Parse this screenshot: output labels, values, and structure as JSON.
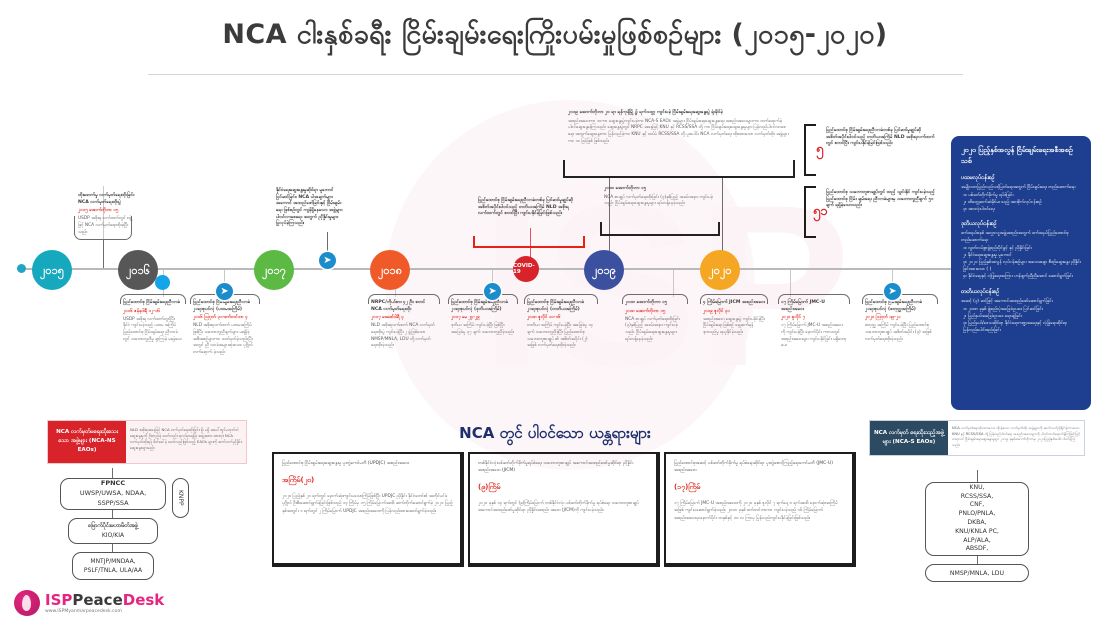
{
  "title": "NCA ငါးနှစ်ခရီး ငြိမ်းချမ်းရေးကြိုးပမ်းမှုဖြစ်စဉ်များ (၂၀၁၅-၂၀၂၀)",
  "timeline": {
    "years": [
      {
        "label": "၂၀၁၅",
        "color": "#16a9bd"
      },
      {
        "label": "၂၀၁၆",
        "color": "#575757"
      },
      {
        "label": "၂၀၁၇",
        "color": "#5bb944"
      },
      {
        "label": "၂၀၁၈",
        "color": "#f05a28"
      },
      {
        "label": "၂၀၁၉",
        "color": "#3b51a0"
      },
      {
        "label": "၂၀၂၀",
        "color": "#f5a623"
      }
    ],
    "covid_badge": "COVID-19"
  },
  "top_notes": [
    {
      "name": "nca-signing-note",
      "head": "ထိုးဖောက်မှု\nလက်မှတ်ရေးထိုးခြင်း\nNCA လက်မှတ်ရေးထိုးပွဲ",
      "date": "၂၀၁၅ အောက်တိုဘာ ၁၅",
      "body": "USDP အစိုးရ လက်ထက်တွင် ၈ဖွဲ့ ဖြင့် NCA လက်မှတ်ရေးထိုးခဲ့ပြီး သည်။"
    },
    {
      "name": "nca-amendment-note",
      "head": "နိုင်ငံရေးဆွေးနွေးမှုဆိုင်ရာ မူဘောင်ပြင်ဆင်ခြင်း၊ NCA ပါအချက်များ အကောင် အထည်ဖော်ခြင်းနှင့် ငြိမ်းချမ်းရေး ဖြစ်စဉ်တွင် ကျန်ရှိနေသော အဖွဲ့များ ပါဝင်လာစေရေး အတွက် ညှိနှိုင်းမှုများ ပြုလုပ်ခဲ့ကြသည်။",
      "date": "",
      "body": ""
    },
    {
      "name": "nca-s-eao-note",
      "head": "၂၀၁၉ အောက်တိုဘာ ၂၀ ရာ ရန်ကုန်မြို့ ၌ ရက်သတ္တ ကျင်းပခဲ့ ငြိမ်းချမ်းရေးဆွေးနွေးပွဲ ရုံးခိုင်ခဲ့",
      "date": "",
      "body": "အစည်းအဝေးကာ ၁၀ကာ ဆွေးနွေးပွဲကျင်းပခဲ့ကာ NCA-S EAOs အဖွဲ့များ ငြိမ်းချမ်းရေးဆွေးနွေးရေး အစည်းအဝေးများကာ တက်ရောက်ခဲ့ ပါဝင်ဆွေးနွေးခဲ့ကြသည်။ ဆွေးနွေးပွဲတွင် NRPC အနေဖြင့် KNU နှင့် RCSS/SSA တို့ ကာ ငြိမ်းချမ်းရေးဆွေးနွေးမှုများ ပြန်လည်ပါဝင်လာစေရေး အတွက်ဆွေးနွေးကာ ပြန်လည်ခဲ့ကာ KNU နှင့် ထပ်မံ RCSS/SSA တို့ ပူးပေါင်း NCA လက်မှတ်ရေး ထိုးထားသော လက်မှတ်ထိုး အဖွဲ့များကာ ၁၀ ဖြင့်ဖြစ် ဖြစ်သည်။"
    },
    {
      "name": "union-accord-note",
      "head": "ပြည်ထောင်စု ငြိမ်းချမ်းရေးညီလာခံတစ်ခု ပြင်ဆင်မှုချုပ်ဆိုအစိတ်အပိုင်းပါဝင်သည့် တတိယအကြိမ် NLD အစိုးရလက်ထက်တွင် စတင်ပြီး ကျင်းပနိုင်ခဲ့ခြင်းဖြစ်သည်။",
      "date": "",
      "body": ""
    },
    {
      "name": "union-accord-note-2",
      "head": "ပြည်ထောင်စု သဘောတူစာချုပ်တွင် ထည့် သွင်းနိုင် ကျင်းပခဲ့သည့် ပြည်ထောင်စု ငြိမ်း ချမ်းရေး ညီလာခံများမှ သဘောတူညီချက် ၅၁ ချက် ရရှိခဲ့သောသည်။",
      "date": "",
      "body": ""
    }
  ],
  "bracket_numbers": [
    {
      "name": "bracket-number-5",
      "value": "၅"
    },
    {
      "name": "bracket-number-51",
      "value": "၅၁"
    }
  ],
  "bottom_notes": [
    {
      "name": "upc-1-note",
      "head": "ပြည်ထောင်စု ငြိမ်းချမ်းရေးညီလာခံ",
      "date": "၂၀၁၆ ဇန်နဝါရီ ၁၂-၁၆",
      "body": "USDP အစိုးရ လက်ထက်တွင်ပြီး နိုင်ငံ ကျင်းပခဲ့သည့် ပထမ အကြိမ် ပြည်ထောင်စု ငြိမ်းချမ်းရေး ညီလာခံတွင် သဘောတူညီမှု ရှာကြခဲ့ မရခဲ့ပေ။"
    },
    {
      "name": "upc-21cp-1-note",
      "head": "ပြည်ထောင်စု ငြိမ်းချမ်းရေးညီလာခံ ၂၁ရာစုပင်လုံ (ပထမအကြိမ်)",
      "date": "၂၀၁၆ သြဂုတ် ၃၁-စက်တင်ဘာ ၄",
      "body": "NLD အစိုးရလက်ထက် ပထမအကြိမ်ဖြစ်ပြီး သဘောတူညီချက်များ မရရှိခဲ့ အစီအစဉ်များကာ သတ်မှတ်ခဲ့သည်။ပြီး အတွင် ညီ လာခံအများဆုံးသော ပုဂ္ဂိုလ်တက်ရောက် ခဲ့သည်။"
    },
    {
      "name": "nrpc-note",
      "head": "NRPC/ကိုယ်စား ၄၂ ဦး၊ စတင် NCA လက်မှတ်ရေးထိုး",
      "date": "၂၀၁၇ ဖေဖော်ဝါရီ ၃",
      "body": "NLD အစိုးရလက်ထက် NCA လက်မှတ်ရေးထိုးပွဲ ကျင်းပခဲ့ပြီး ၂ ဖွဲ့ဖြစ်သော NMSP/MNLA, LDU တို့ လက်မှတ်ရေးထိုးခဲ့သည်။"
    },
    {
      "name": "upc-21cp-2-note",
      "head": "ပြည်ထောင်စု ငြိမ်းချမ်းရေးညီလာခံ ၂၁ရာစုပင်လုံ (ဒုတိယအကြိမ်)",
      "date": "၂၀၁၇ မေ ၂၄-၂၉",
      "body": "ဒုတိယ အကြိမ် ကျင်းပခဲ့ပြီး ဖြစ်ပြီး အခြေခံမူ ၃၇ ချက် သဘောတူညီခဲ့သည်။"
    },
    {
      "name": "upc-21cp-3-note",
      "head": "ပြည်ထောင်စု ငြိမ်းချမ်းရေးညီလာခံ ၂၁ရာစုပင်လုံ (တတိယအကြိမ်)",
      "date": "၂၀၁၈ ဇူလိုင် ၁၁-၁၆",
      "body": "တတိယ အကြိမ် ကျင်းပခဲ့ပြီး အခြေခံမူ ၁၄ ချက် သဘောတူညီခဲ့ပြီး ပြည်ထောင်စု သဘောတူစာချုပ် ၏ အစိတ်အပိုင်း (၂) အဖြစ် လက်မှတ်ရေးထိုးခဲ့သည်။"
    },
    {
      "name": "nca4-note",
      "head": "၂၀၁၈ အောက်တိုဘာ ၁၅",
      "date": "၂၀၁၈ အောက်တိုဘာ ၁၅",
      "body": "NCA စာချုပ် လက်မှတ်ရေးထိုးခြင်း (၃)နှစ်ပြည့် အခမ်းအနား ကျင်းပခဲ့သည်။ ငြိမ်းချမ်းရေးဆွေးနွေးမှုများ ရပ်တန့်နေခဲ့သည်။"
    },
    {
      "name": "nca-4th-anniv-note",
      "head": "၄ ကြိမ်မြောက် JICM အစည်းအဝေး",
      "date": "၂၀၁၉ ဇူလိုင် ၃၁",
      "body": "အစည်းအဝေး ဆွေးနွေးပွဲ ကျင်းပနိုင်ခဲ့ပြီး ငြိမ်းချမ်းရေး ဖြစ်စဉ် ရှေ့ဆက်ရန် နားလည်မှု ရယူနိုင်ခဲ့သည်။"
    },
    {
      "name": "jmc-u-note",
      "head": "၁၇ ကြိမ်မြောက် JMC-U အစည်းအဝေး",
      "date": "၂၀၂၀ ဇူလိုင် ၇",
      "body": "၁၇ ကြိမ်မြောက် JMC-U အစည်းအဝေးကို ကျင်းပခဲ့ပြီး နောက်ပိုင်း ကာလတွင် အစည်းအဝေးများ ကျင်းပနိုင်ခြင်း မရှိတော့ပေ။"
    },
    {
      "name": "upc-21cp-4-note",
      "head": "ပြည်ထောင်စု ငြိမ်းချမ်းရေးညီလာခံ ၂၁ရာစုပင်လုံ (စတုတ္ထအကြိမ်)",
      "date": "၂၀၂၀ သြဂုတ် ၁၉-၂၁",
      "body": "စတုတ္ထ အကြိမ် ကျင်းပခဲ့ပြီး ပြည်ထောင်စု သဘောတူစာချုပ် အစိတ်အပိုင်း (၃) အဖြစ် လက်မှတ်ရေးထိုးခဲ့သည်။"
    }
  ],
  "blue_panel": {
    "title": "၂၀၂၀ ပြည့်နှစ်အလွန် ငြိမ်းချမ်းရေးအစီအစဉ်သစ်",
    "sections": [
      {
        "heading": "ပထမလုပ်ငန်းစဉ်",
        "lead": "အမျိုးသားပြည်လည်သင့်မြတ်ရေးအတွက် ငြိမ်းချမ်းရေး တည်ဆောက်ရေး",
        "items": [
          "၁။ ပစ်ခတ်တိုက်ခိုက်မှု ရပ်စဲခြင်း",
          "၂။ ထိတွေ့ဆက်ဆံနိုင်မာသည့် အားစိုက်လုပ်ငန်းစဉ်",
          "၃။ အားလုံးပါဝင်ရေး"
        ]
      },
      {
        "heading": "ဒုတိယလုပ်ငန်းစဉ်",
        "lead": "ဖက်ဒရယ်စနစ် အလွှာလူ့အဖွဲ့အစည်းအတွက် ဖက်ဒရယ်ပြည်ထောင်စုတည်ဆောက်ရေး",
        "items": [
          "၁။ လွတ်လပ်စွာဖွဲ့စည်းပိုင်ခွင့် နှင့် ညှိနှိုင်းခြင်း",
          "၂။ နိုင်ငံရေးဆွေးနွေးမှု မူဘောင်",
          "၃။ ၂၀၂၀ ပြည့်နှစ်အလွန် လုပ်ငန်းစဉ်များ အသေအချာ စီစဉ်ဆွေးနွေး ညှိနှိုင်းခြင်းအားသော ( )",
          "၄။ နိုင်ငံရေးနှင့် လုံခြုံရေးအကြား ဟန်ချက်ညီညီအောင် ဆောင်ရွက်ခြင်း"
        ]
      },
      {
        "heading": "တတိယလုပ်ငန်းစဉ်",
        "lead": "အဆင့် (၃) ဆင့်ဖြင့် အကောင်အထည်ဖော်ဆောင်ရွက်ခြင်း",
        "items": [
          "၁။ ၂၀၀၈ ခုနှစ် ဖွဲ့စည်းပုံအခြေခံဥပဒေ ပြင်ဆင်ခြင်း",
          "၂။ ပြည်နယ်အခြေခံဥပဒေ ရေးဆွဲခြင်း",
          "၃။ ပြည်နယ်/ဒေသဆိုင်ရာ နိုင်ငံရေးကဏ္ဍအရေးနှင့် လုံခြုံရေးဆိုင်ရာ ပြန်လည်ပေါင်းစည်းခြင်း"
        ]
      }
    ]
  },
  "ns_eaos": {
    "label": "NCA လက်မှတ်မရေးထိုးသေးသော အဖွဲ့များ (NCA-NS EAOs)",
    "description": "NLD အစိုးရအနေဖြင့် NCA လက်မှတ်ရေးထိုးခြင်း ရှိ၊ မရှိ အပေါ်တွင်မဟုတ်ဘဲ ဆွေးနွေးမှုကို ဦးတည်ခဲ့ သော်လည်း ရလဒ်မှာရရှိခဲ့ အဖွဲ့အစား အားလုံး NCA လက်မှတ်ထိုးရန် ဖိတ်ခေါ်ခဲ့ သော်လည်းဖြစ်သည့် EAOs များကို ဆက်လက်ညှိနှိုင်းဆွေးနွေးသွားမည်။",
    "groups": [
      {
        "name": "fpncc",
        "title": "FPNCC",
        "members": "UWSP/UWSA, NDAA, SSPP/SSA"
      },
      {
        "name": "knpp",
        "title": "",
        "members": "KNPP"
      },
      {
        "name": "kio",
        "title": "မြောက်ပိုင်းမဟာမိတ်အဖွဲ့",
        "members": "KIO/KIA"
      },
      {
        "name": "northern-alliance",
        "title": "",
        "members": "MNTJP/MNDAA, PSLF/TNLA, ULA/AA"
      }
    ]
  },
  "mechanisms": {
    "title": "NCA တွင် ပါဝင်သော ယန္တရားများ",
    "items": [
      {
        "name": "updjc",
        "head": "ပြည်ထောင်စု ငြိမ်းချမ်းရေးဆွေးနွေးမှု ပူးတွဲကော်မတီ (UPDJC) အစည်းအဝေး",
        "count": "အကြိမ်(၂၀)",
        "body": "၂၀၂၀ ပြည့်နှစ် ၂၀ ရက်တွင် နောက်ဆုံးကျင်းပသောကြိမ်ဖြစ်ပြီး UPDJC ညှိနှိုင်း နိုင်ငံတော်၏ အတိုင်ပင်ခံပုဂ္ဂိုလ် ဦးစီးဆောင်ရွက်ခဲ့ခြင်းဖြစ်သည် ၁၃ ကြိမ်မှ ၁၅ ကြိမ်မြောက်အထိ ဆက်တိုက်ဆောင်ရွက်ခဲ့ ၂၀၂၀ ပြည့်နှစ်အတွင်း ၁ ရက်တွင် ၂ ကြိမ်မြောက် UPDJC အစည်းအဝေးကို ပြန်လည်ထားဆောင်ရွက်ခဲ့သည်။"
      },
      {
        "name": "jicm",
        "head": "တစ်နိုင်ငံလုံးပစ်ခတ်တိုက်ခိုက်မှုရပ်စဲရေး သဘောတူစာချုပ် အကောင်အထည်ဖော်မှုဆိုင်ရာ ညှိနှိုင်းအစည်းအဝေး (JICM)",
        "count": "(၉)ကြိမ်",
        "body": "၂၀၂၀ ခုနှစ် ၁၄ ရက်တွင် (၉)ကြိမ်မြောက် တစ်နိုင်ငံလုံး ပစ်ခတ်တိုက်ခိုက်မှု ရပ်စဲရေး သဘောတူစာချုပ် အကောင်အထည်ဖော်မှုဆိုင်ရာ ညှိနှိုင်းအစည်း အဝေး (JICM)ကို ကျင်းပခဲ့သည်။"
      },
      {
        "name": "jmc-u",
        "head": "ပြည်ထောင်စုအဆင့် ပစ်ခတ်တိုက်ခိုက်မှု ရပ်စဲရေးဆိုင်ရာ ပူးတွဲစောင့်ကြည့်ရေးကော်မတီ (JMC-U) အစည်းအဝေး",
        "count": "(၁၇)ကြိမ်",
        "body": "၁၇ ကြိမ်မြောက် JMC-U အစည်းအဝေးကို ၂၀၂၀ ခုနှစ် ဇူလိုင် ၇ ရက်နေ့ ၈ ရက်အထိ နောက်ဆုံးအကြိမ်အဖြစ် ကျင်းပဆောင်ရွက်ခဲ့သည်။ ၂၀၁၈ ခုနှစ် စက်တင်ဘာကာ ကျင်းပခဲ့သည် ၁၆ ကြိမ်မြောက် အစည်းအဝေးမှာနောက်ပိုင်း တနှစ်နှင့် ၁၀ လ ကြာမှ ပြန်လည်ကျင်းပနိုင်ခဲ့ခြင်းဖြစ်သည်။"
      }
    ]
  },
  "s_eaos": {
    "label": "NCA လက်မှတ် ရေးထိုးသည့်အဖွဲ့များ (NCA-S EAOs)",
    "description": "NCA လက်မှတ်ရေးထိုးထားသော ထိုးခဲ့သော လက်မှတ်ထိုး အဖွဲ့များကို ဆက်လက်ညှိနှိုင်းခဲ့ကာသော KNU နှင့် RCSS/SSA တို့ ပြန်လည်ပါဝင်ရေး အစည်းအဝေးများကို ပါဝင်တက်ရောက်ခဲ့ကြခြင်းဖြင့် တရားဝင် ငြိမ်းချမ်းရေးဆွေးနွေးမှုများ ၂၀၁၉ ခုနှစ်အောက်တိုဘာမှ ၂၀၂၀ပြည့်နှစ်အထိ ပါဝင်ခဲ့ကြသည်။",
    "members_main": "KNU,\nRCSS/SSA,\nCNF,\nPNLO/PNLA,\nDKBA,\nKNU/KNLA PC,\nALP/ALA,\nABSDF,",
    "members_second": "NMSP/MNLA, LDU"
  },
  "logo": {
    "w1": "ISP",
    "w2": "Peace",
    "w3": "Desk",
    "url": "www.ISPMyanmarpeacedesk.com"
  }
}
